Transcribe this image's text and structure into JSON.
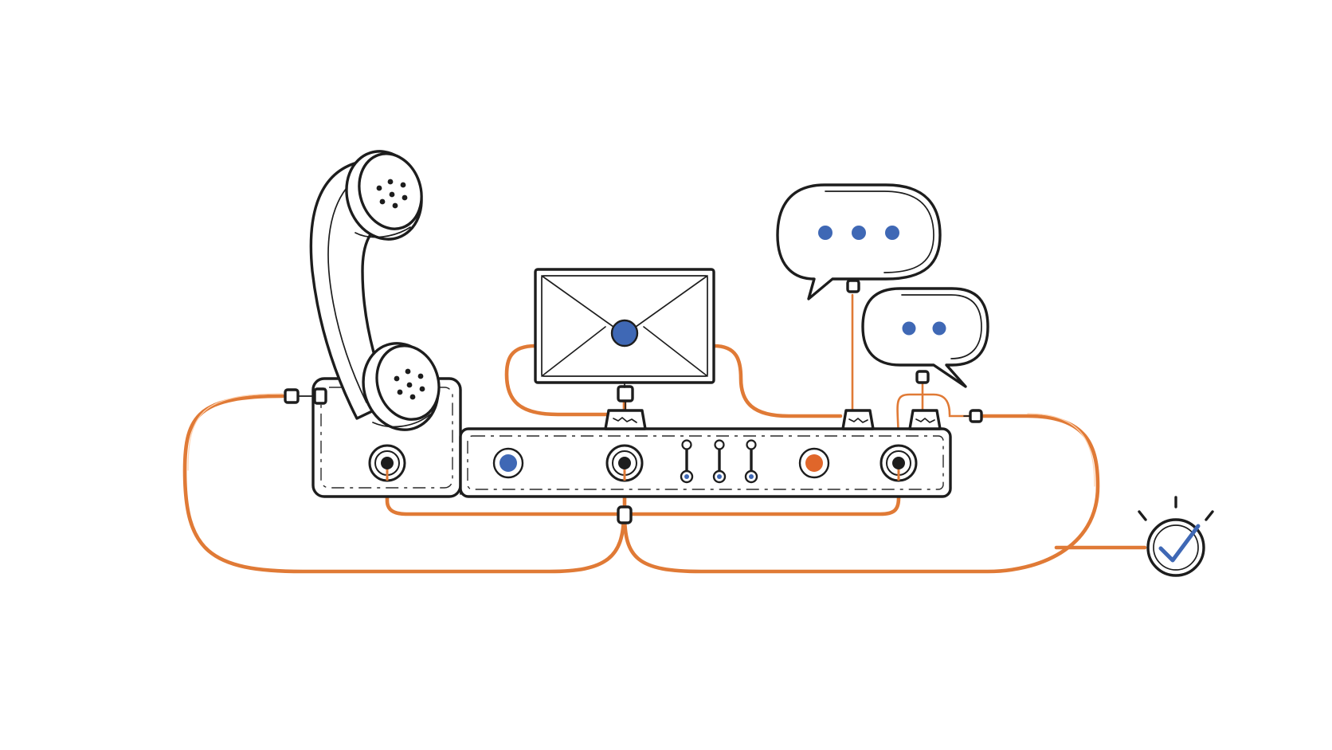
{
  "colors": {
    "ink": "#1d1d1d",
    "wire": "#e07a36",
    "accent_blue": "#3f68b5",
    "accent_orange": "#e0662a",
    "background": "#ffffff"
  },
  "icons": {
    "handset": "telephone-handset-icon",
    "envelope": "envelope-icon",
    "chat_large": "chat-bubble-icon",
    "chat_small": "chat-bubble-icon",
    "checkmark": "check-circle-icon"
  },
  "chat_bubbles": {
    "large_dots": 3,
    "small_dots": 2
  },
  "switch_panel": {
    "sliders": 3,
    "indicator_lights": [
      "blue",
      "orange"
    ],
    "jacks": 3
  }
}
